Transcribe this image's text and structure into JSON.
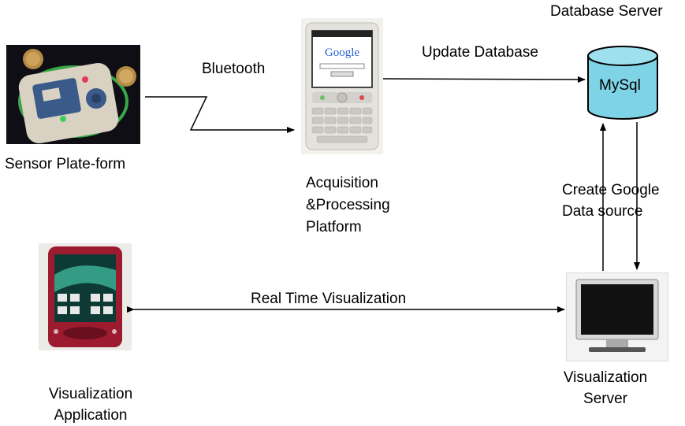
{
  "labels": {
    "sensor": "Sensor Plate-form",
    "bluetooth": "Bluetooth",
    "acquisition": [
      "Acquisition",
      "&Processing",
      "Platform"
    ],
    "update_db": "Update Database",
    "db_server": "Database Server",
    "mysql": "MySql",
    "create_google": [
      "Create Google",
      "Data source"
    ],
    "realtime": "Real Time Visualization",
    "vis_app": [
      "Visualization",
      "Application"
    ],
    "vis_server": [
      "Visualization",
      "Server"
    ],
    "phone_search_text": "Google"
  },
  "colors": {
    "db_fill": "#7fd3e6",
    "phone_red": "#9c1b2e",
    "sensor_bg": "#0e0e14"
  }
}
